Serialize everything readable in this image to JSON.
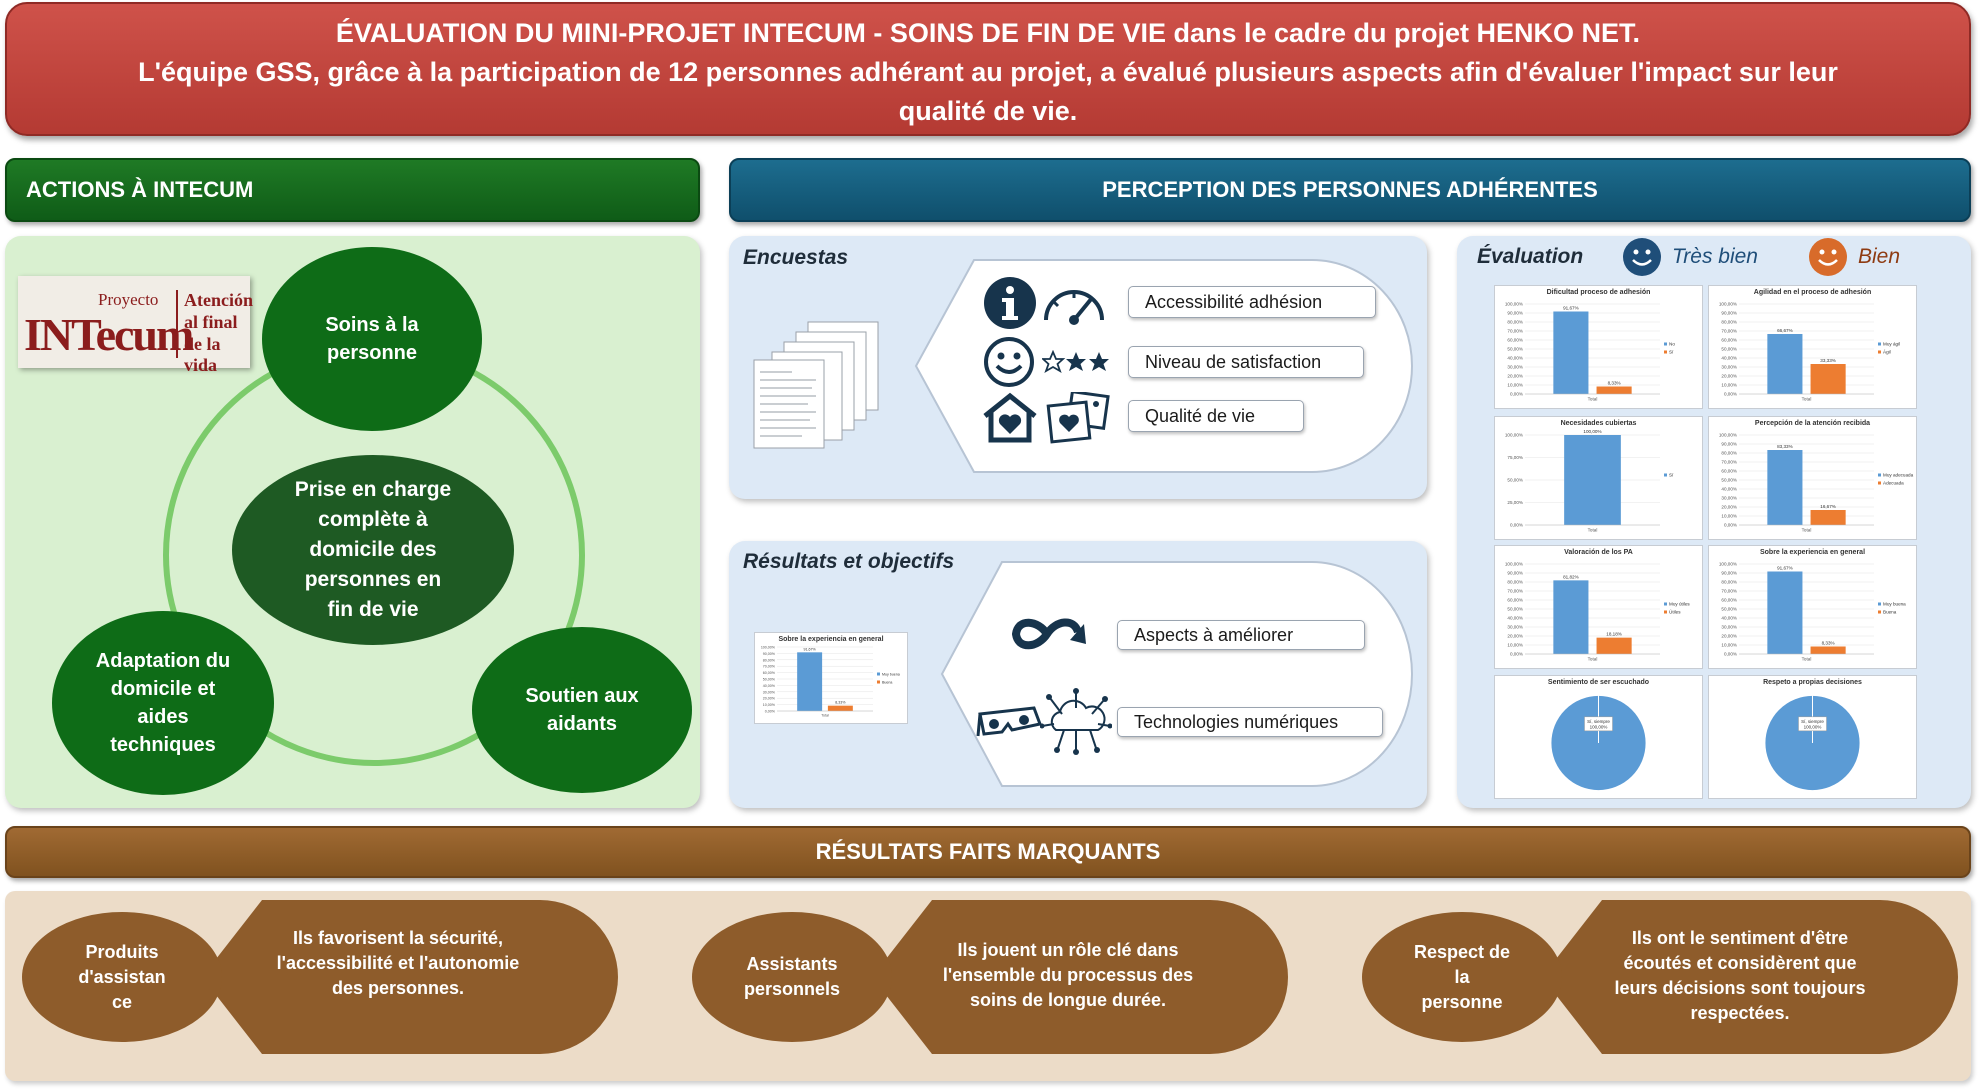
{
  "header": {
    "line1": "ÉVALUATION DU MINI-PROJET INTECUM - SOINS DE FIN DE VIE dans le cadre du projet HENKO NET.",
    "line2": "L'équipe GSS, grâce à la participation de 12 personnes adhérant au projet, a évalué plusieurs aspects afin d'évaluer l'impact sur leur",
    "line3": "qualité de vie."
  },
  "actions": {
    "title": "ACTIONS À INTECUM",
    "logo": {
      "project": "Proyecto",
      "name": "INTecum",
      "tagline_1": "Atención",
      "tagline_2": "al final",
      "tagline_3": "de la vida"
    },
    "center": "Prise en charge complète à domicile des personnes en fin de vie",
    "nodes": [
      "Soins à la personne",
      "Adaptation du domicile et aides techniques",
      "Soutien aux aidants"
    ]
  },
  "perception": {
    "title": "PERCEPTION DES PERSONNES ADHÉRENTES",
    "encuestas": {
      "title": "Encuestas",
      "items": [
        "Accessibilité adhésion",
        "Niveau de satisfaction",
        "Qualité de vie"
      ],
      "icons": [
        "info-icon",
        "gauge-icon",
        "smiley-icon",
        "stars-icon",
        "home-heart-icon",
        "photo-heart-icon"
      ]
    },
    "resultats": {
      "title": "Résultats et objectifs",
      "items": [
        "Aspects à améliorer",
        "Technologies numériques"
      ],
      "icons": [
        "infinity-arrow-icon",
        "vr-glasses-icon",
        "cloud-network-icon"
      ]
    }
  },
  "evaluation": {
    "title": "Évaluation",
    "legend": [
      {
        "label": "Très bien",
        "color": "#1f4e79"
      },
      {
        "label": "Bien",
        "color": "#d86b2a"
      }
    ]
  },
  "chart_data": [
    {
      "type": "bar",
      "title": "Dificultad proceso de adhesión",
      "categories": [
        "Total"
      ],
      "series": [
        {
          "name": "No",
          "values": [
            91.67
          ]
        },
        {
          "name": "Sí",
          "values": [
            8.33
          ]
        }
      ],
      "ylim": [
        0,
        100
      ]
    },
    {
      "type": "bar",
      "title": "Agilidad en el proceso de adhesión",
      "categories": [
        "Total"
      ],
      "series": [
        {
          "name": "Muy ágil",
          "values": [
            66.67
          ]
        },
        {
          "name": "Ágil",
          "values": [
            33.33
          ]
        }
      ],
      "ylim": [
        0,
        100
      ]
    },
    {
      "type": "bar",
      "title": "Necesidades cubiertas",
      "categories": [
        "Total"
      ],
      "series": [
        {
          "name": "Sí",
          "values": [
            100
          ]
        }
      ],
      "ylim": [
        0,
        100
      ]
    },
    {
      "type": "bar",
      "title": "Percepción de la atención recibida",
      "categories": [
        "Total"
      ],
      "series": [
        {
          "name": "Muy adecuada",
          "values": [
            83.33
          ]
        },
        {
          "name": "Adecuada",
          "values": [
            16.67
          ]
        }
      ],
      "ylim": [
        0,
        100
      ]
    },
    {
      "type": "bar",
      "title": "Valoración de los PA",
      "categories": [
        "Total"
      ],
      "series": [
        {
          "name": "Muy útiles",
          "values": [
            81.82
          ]
        },
        {
          "name": "Útiles",
          "values": [
            18.18
          ]
        }
      ],
      "ylim": [
        0,
        100
      ]
    },
    {
      "type": "bar",
      "title": "Sobre la experiencia en general",
      "categories": [
        "Total"
      ],
      "series": [
        {
          "name": "Muy buena",
          "values": [
            91.67
          ]
        },
        {
          "name": "Buena",
          "values": [
            8.33
          ]
        }
      ],
      "ylim": [
        0,
        100
      ]
    },
    {
      "type": "pie",
      "title": "Sentimiento de ser escuchado",
      "labels": [
        "Sí, siempre"
      ],
      "values": [
        100
      ]
    },
    {
      "type": "pie",
      "title": "Respeto a propias decisiones",
      "labels": [
        "Sí, siempre"
      ],
      "values": [
        100
      ]
    },
    {
      "type": "bar",
      "title": "Sobre la experiencia en general",
      "categories": [
        "Total"
      ],
      "series": [
        {
          "name": "Muy buena",
          "values": [
            91.67
          ]
        },
        {
          "name": "Buena",
          "values": [
            8.33
          ]
        }
      ],
      "ylim": [
        0,
        100
      ]
    }
  ],
  "highlights": {
    "title": "RÉSULTATS FAITS MARQUANTS",
    "items": [
      {
        "label": "Produits d'assistan ce",
        "text": "Ils favorisent la sécurité, l'accessibilité et l'autonomie des personnes."
      },
      {
        "label": "Assistants personnels",
        "text": "Ils jouent un rôle clé dans l'ensemble du processus des soins de longue durée."
      },
      {
        "label": "Respect de la personne",
        "text": "Ils ont le sentiment d'être écoutés et considèrent que leurs décisions sont toujours respectées."
      }
    ]
  }
}
